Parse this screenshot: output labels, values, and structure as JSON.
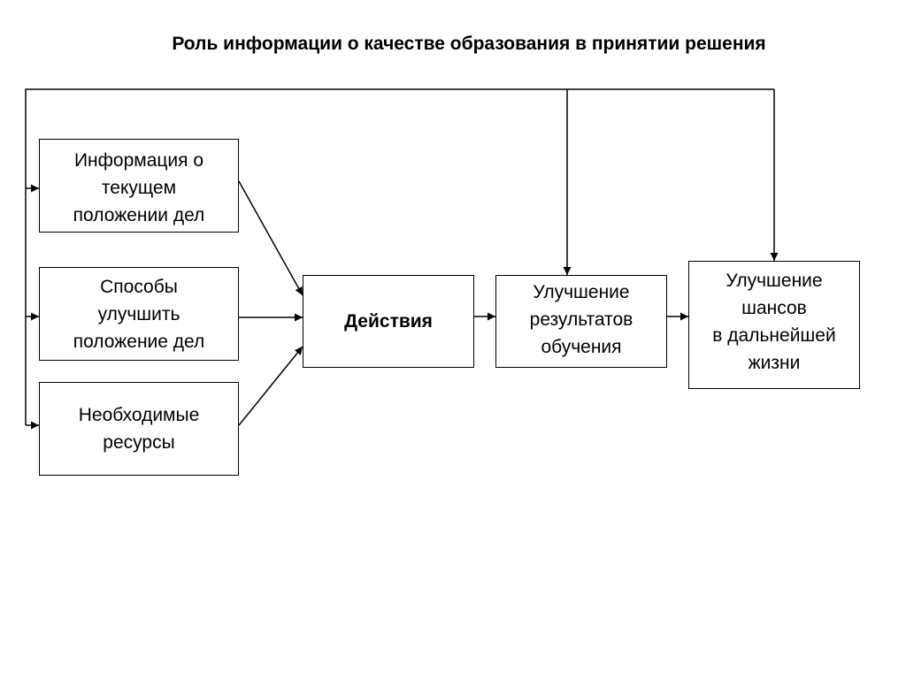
{
  "title": "Роль информации о качестве образования в принятии решения",
  "nodes": {
    "info": "Информация о\nтекущем\nположении дел",
    "ways": "Способы\nулучшить\nположение дел",
    "resources": "Необходимые\nресурсы",
    "actions": "Действия",
    "learning": "Улучшение\nрезультатов\nобучения",
    "chances": "Улучшение\nшансов\nв дальнейшей\nжизни"
  },
  "colors": {
    "line": "#000000",
    "box_border": "#000000",
    "background": "#ffffff"
  }
}
